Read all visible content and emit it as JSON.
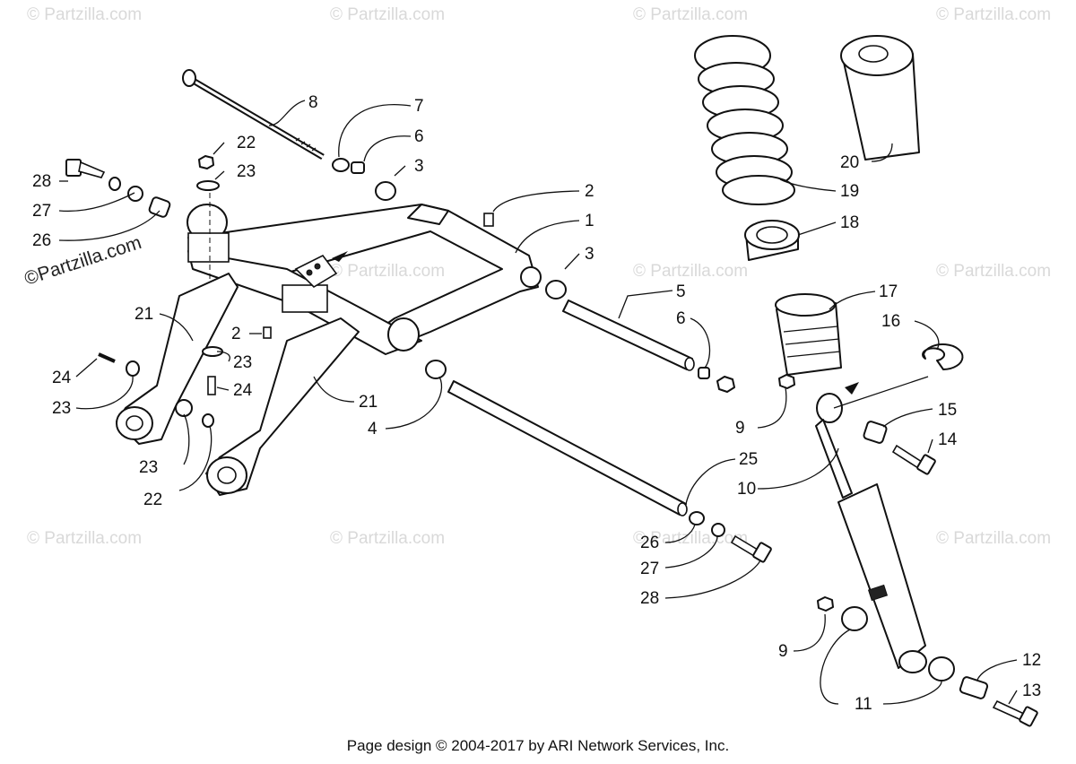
{
  "watermark": {
    "text": "© Partzilla.com",
    "corner_text": "©Partzilla.com"
  },
  "callouts": [
    {
      "id": "c-1",
      "label": "1"
    },
    {
      "id": "c-2a",
      "label": "2"
    },
    {
      "id": "c-2b",
      "label": "2"
    },
    {
      "id": "c-3a",
      "label": "3"
    },
    {
      "id": "c-3b",
      "label": "3"
    },
    {
      "id": "c-4",
      "label": "4"
    },
    {
      "id": "c-5",
      "label": "5"
    },
    {
      "id": "c-6a",
      "label": "6"
    },
    {
      "id": "c-6b",
      "label": "6"
    },
    {
      "id": "c-7",
      "label": "7"
    },
    {
      "id": "c-8",
      "label": "8"
    },
    {
      "id": "c-9a",
      "label": "9"
    },
    {
      "id": "c-9b",
      "label": "9"
    },
    {
      "id": "c-10",
      "label": "10"
    },
    {
      "id": "c-11",
      "label": "11"
    },
    {
      "id": "c-12",
      "label": "12"
    },
    {
      "id": "c-13",
      "label": "13"
    },
    {
      "id": "c-14",
      "label": "14"
    },
    {
      "id": "c-15",
      "label": "15"
    },
    {
      "id": "c-16",
      "label": "16"
    },
    {
      "id": "c-17",
      "label": "17"
    },
    {
      "id": "c-18",
      "label": "18"
    },
    {
      "id": "c-19",
      "label": "19"
    },
    {
      "id": "c-20",
      "label": "20"
    },
    {
      "id": "c-21a",
      "label": "21"
    },
    {
      "id": "c-21b",
      "label": "21"
    },
    {
      "id": "c-22a",
      "label": "22"
    },
    {
      "id": "c-22b",
      "label": "22"
    },
    {
      "id": "c-23a",
      "label": "23"
    },
    {
      "id": "c-23b",
      "label": "23"
    },
    {
      "id": "c-23c",
      "label": "23"
    },
    {
      "id": "c-23d",
      "label": "23"
    },
    {
      "id": "c-24a",
      "label": "24"
    },
    {
      "id": "c-24b",
      "label": "24"
    },
    {
      "id": "c-25",
      "label": "25"
    },
    {
      "id": "c-26a",
      "label": "26"
    },
    {
      "id": "c-26b",
      "label": "26"
    },
    {
      "id": "c-27a",
      "label": "27"
    },
    {
      "id": "c-27b",
      "label": "27"
    },
    {
      "id": "c-28a",
      "label": "28"
    },
    {
      "id": "c-28b",
      "label": "28"
    }
  ],
  "footer": {
    "text": "Page design © 2004-2017 by ARI Network Services, Inc."
  }
}
